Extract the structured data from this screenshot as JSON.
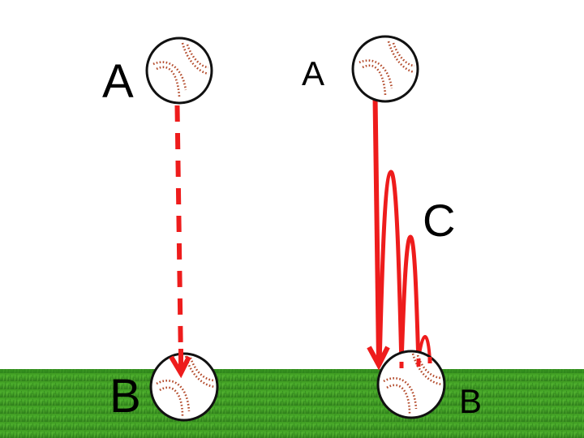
{
  "labels": {
    "left_start": "A",
    "left_end": "B",
    "right_start": "A",
    "right_middle": "C",
    "right_end": "B"
  },
  "colors": {
    "path": "#ee1c1c",
    "seam": "#b34a2a",
    "ball": "#ffffff",
    "outline": "#111111",
    "grass_light": "#4cae2c",
    "grass_dark": "#256d16",
    "background": "#ffffff"
  },
  "icons": {
    "ball": "baseball-icon",
    "ground": "grass-field"
  }
}
